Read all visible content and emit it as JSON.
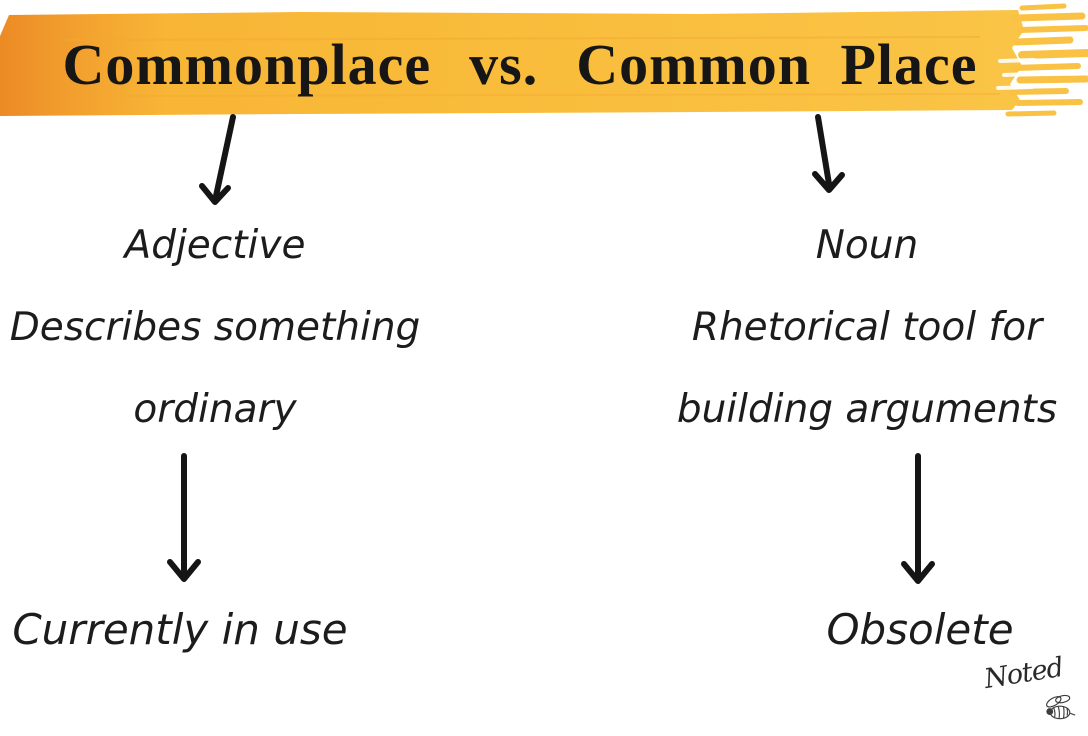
{
  "banner": {
    "title_left": "Commonplace",
    "title_vs": "vs.",
    "title_right": "Common Place",
    "background_color": "#F9BD3C",
    "edge_color": "#EE8F27",
    "streak_color": "#F9C245"
  },
  "columns": [
    {
      "name": "commonplace",
      "lines": [
        "Adjective",
        "Describes something",
        "ordinary"
      ],
      "result": "Currently in use"
    },
    {
      "name": "common-place",
      "lines": [
        "Noun",
        "Rhetorical tool for",
        "building arguments"
      ],
      "result": "Obsolete"
    }
  ],
  "arrows": [
    "banner-to-adjective",
    "banner-to-noun",
    "ordinary-to-currently-in-use",
    "arguments-to-obsolete"
  ],
  "signature": {
    "text": "Noted",
    "icon": "bee-icon"
  },
  "text_color": "#1a1a1a"
}
